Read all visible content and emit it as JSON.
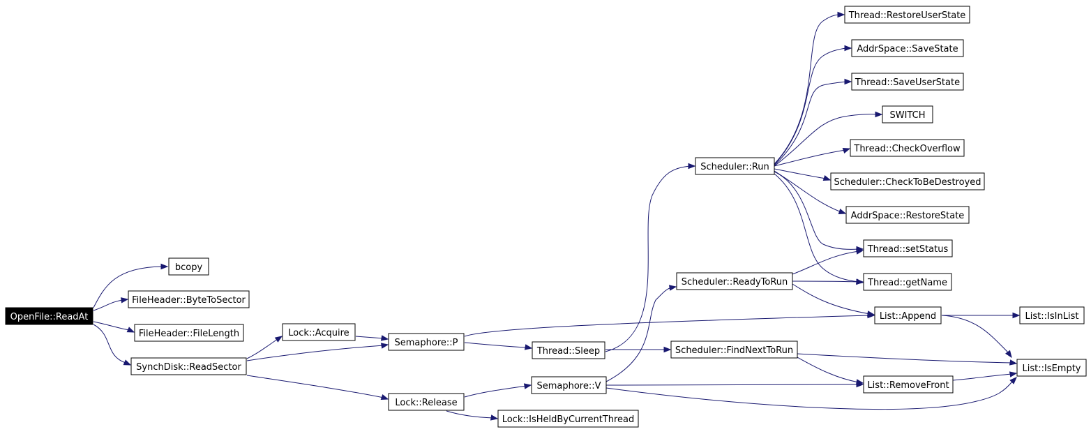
{
  "diagram": {
    "root": "OpenFile::ReadAt",
    "nodes": [
      {
        "id": "readat",
        "label": "OpenFile::ReadAt",
        "root": true
      },
      {
        "id": "bcopy",
        "label": "bcopy"
      },
      {
        "id": "bytetosector",
        "label": "FileHeader::ByteToSector"
      },
      {
        "id": "filelength",
        "label": "FileHeader::FileLength"
      },
      {
        "id": "readsector",
        "label": "SynchDisk::ReadSector"
      },
      {
        "id": "acquire",
        "label": "Lock::Acquire"
      },
      {
        "id": "release",
        "label": "Lock::Release"
      },
      {
        "id": "semp",
        "label": "Semaphore::P"
      },
      {
        "id": "semv",
        "label": "Semaphore::V"
      },
      {
        "id": "isheld",
        "label": "Lock::IsHeldByCurrentThread"
      },
      {
        "id": "sleep",
        "label": "Thread::Sleep"
      },
      {
        "id": "run",
        "label": "Scheduler::Run"
      },
      {
        "id": "readytorun",
        "label": "Scheduler::ReadyToRun"
      },
      {
        "id": "findnext",
        "label": "Scheduler::FindNextToRun"
      },
      {
        "id": "restoreuser",
        "label": "Thread::RestoreUserState"
      },
      {
        "id": "savestate",
        "label": "AddrSpace::SaveState"
      },
      {
        "id": "saveuser",
        "label": "Thread::SaveUserState"
      },
      {
        "id": "switch",
        "label": "SWITCH"
      },
      {
        "id": "checkoverflow",
        "label": "Thread::CheckOverflow"
      },
      {
        "id": "checktobedestroyed",
        "label": "Scheduler::CheckToBeDestroyed"
      },
      {
        "id": "restorestate",
        "label": "AddrSpace::RestoreState"
      },
      {
        "id": "setstatus",
        "label": "Thread::setStatus"
      },
      {
        "id": "getname",
        "label": "Thread::getName"
      },
      {
        "id": "append",
        "label": "List::Append"
      },
      {
        "id": "removefront",
        "label": "List::RemoveFront"
      },
      {
        "id": "isinlist",
        "label": "List::IsInList"
      },
      {
        "id": "isempty",
        "label": "List::IsEmpty"
      }
    ],
    "edges": [
      [
        "readat",
        "bcopy"
      ],
      [
        "readat",
        "bytetosector"
      ],
      [
        "readat",
        "filelength"
      ],
      [
        "readat",
        "readsector"
      ],
      [
        "readsector",
        "acquire"
      ],
      [
        "readsector",
        "semp"
      ],
      [
        "readsector",
        "release"
      ],
      [
        "acquire",
        "semp"
      ],
      [
        "semp",
        "append"
      ],
      [
        "semp",
        "sleep"
      ],
      [
        "sleep",
        "run"
      ],
      [
        "sleep",
        "findnext"
      ],
      [
        "release",
        "semv"
      ],
      [
        "release",
        "isheld"
      ],
      [
        "semv",
        "readytorun"
      ],
      [
        "semv",
        "removefront"
      ],
      [
        "semv",
        "isempty"
      ],
      [
        "run",
        "restoreuser"
      ],
      [
        "run",
        "savestate"
      ],
      [
        "run",
        "saveuser"
      ],
      [
        "run",
        "switch"
      ],
      [
        "run",
        "checkoverflow"
      ],
      [
        "run",
        "checktobedestroyed"
      ],
      [
        "run",
        "restorestate"
      ],
      [
        "run",
        "setstatus"
      ],
      [
        "run",
        "getname"
      ],
      [
        "readytorun",
        "setstatus"
      ],
      [
        "readytorun",
        "getname"
      ],
      [
        "readytorun",
        "append"
      ],
      [
        "findnext",
        "removefront"
      ],
      [
        "findnext",
        "isempty"
      ],
      [
        "append",
        "isinlist"
      ],
      [
        "append",
        "isempty"
      ],
      [
        "removefront",
        "isempty"
      ]
    ],
    "colors": {
      "edge": "#191970",
      "root_fill": "#000000",
      "root_text": "#ffffff",
      "node_fill": "#ffffff",
      "node_border": "#000000"
    }
  }
}
